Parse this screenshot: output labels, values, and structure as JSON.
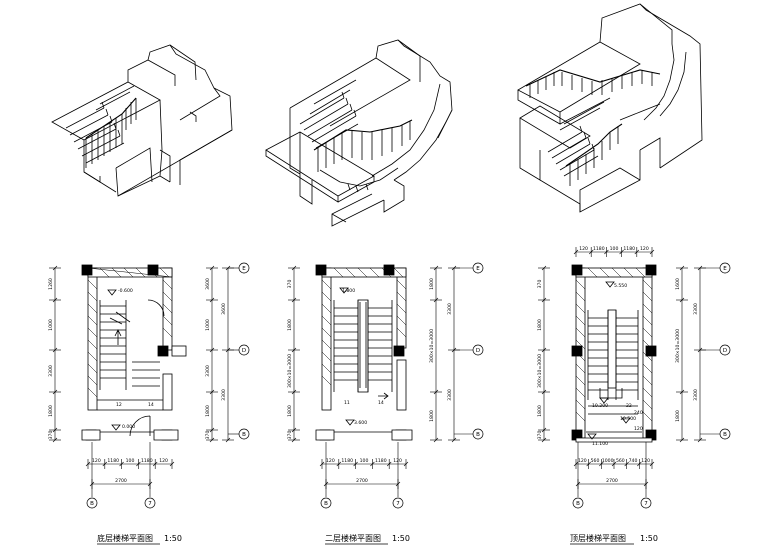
{
  "plans": [
    {
      "caption": "底层楼梯平面图",
      "scale": "1:50",
      "top_dims": [],
      "left_dims": [
        "1260",
        "1000",
        "3300",
        "1800",
        "370"
      ],
      "right_inner_dims": [
        "3600",
        "1000",
        "3300",
        "1800",
        "370"
      ],
      "right_outer_dims": [
        "3600",
        "3300"
      ],
      "elevations": [
        "-0.600",
        "0.000"
      ],
      "notes": [
        "12",
        "14"
      ],
      "bottom_dims": [
        "120",
        "1180",
        "100",
        "1180",
        "120"
      ],
      "bottom_total": "2700",
      "bottom_axes": [
        "B",
        "7"
      ],
      "right_axes": [
        "E",
        "D",
        "B"
      ]
    },
    {
      "caption": "二层楼梯平面图",
      "scale": "1:50",
      "top_dims": [],
      "left_dims": [
        "370",
        "1800",
        "300×10=3000",
        "1800",
        "370"
      ],
      "right_inner_dims": [
        "1800",
        "300×10=3000",
        "1800"
      ],
      "right_outer_dims": [
        "3300",
        "3300"
      ],
      "elevations": [
        "1.800",
        "3.600"
      ],
      "notes": [
        "11",
        "14"
      ],
      "bottom_dims": [
        "120",
        "1180",
        "100",
        "1180",
        "120"
      ],
      "bottom_total": "2700",
      "bottom_axes": [
        "B",
        "7"
      ],
      "right_axes": [
        "E",
        "D",
        "B"
      ]
    },
    {
      "caption": "顶层楼梯平面图",
      "scale": "1:50",
      "top_dims": [
        "120",
        "1180",
        "100",
        "1180",
        "120"
      ],
      "left_dims": [
        "370",
        "1800",
        "300×10=3000",
        "1800",
        "370"
      ],
      "right_inner_dims": [
        "1600",
        "300×10=3000",
        "1800"
      ],
      "right_outer_dims": [
        "3300",
        "3300"
      ],
      "elevations": [
        "5.550",
        "10.200",
        "10.500",
        "11.100"
      ],
      "notes": [
        "22",
        "240",
        "120"
      ],
      "bottom_dims": [
        "120",
        "560",
        "1000",
        "560",
        "740",
        "120"
      ],
      "bottom_total": "2700",
      "bottom_axes": [
        "B",
        "7"
      ],
      "right_axes": [
        "E",
        "D",
        "B"
      ]
    }
  ]
}
